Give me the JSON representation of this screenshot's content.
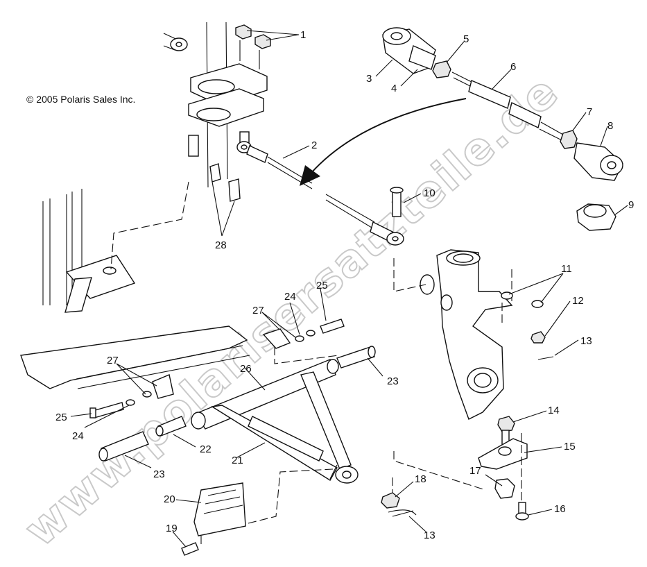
{
  "copyright": "© 2005 Polaris Sales Inc.",
  "watermark": "www.polarisersatzteile.de",
  "callouts": [
    {
      "id": "c1",
      "label": "1"
    },
    {
      "id": "c2",
      "label": "2"
    },
    {
      "id": "c3",
      "label": "3"
    },
    {
      "id": "c4",
      "label": "4"
    },
    {
      "id": "c5",
      "label": "5"
    },
    {
      "id": "c6",
      "label": "6"
    },
    {
      "id": "c7",
      "label": "7"
    },
    {
      "id": "c8",
      "label": "8"
    },
    {
      "id": "c9",
      "label": "9"
    },
    {
      "id": "c10",
      "label": "10"
    },
    {
      "id": "c11",
      "label": "11"
    },
    {
      "id": "c12",
      "label": "12"
    },
    {
      "id": "c13a",
      "label": "13"
    },
    {
      "id": "c13b",
      "label": "13"
    },
    {
      "id": "c14",
      "label": "14"
    },
    {
      "id": "c15",
      "label": "15"
    },
    {
      "id": "c16",
      "label": "16"
    },
    {
      "id": "c17",
      "label": "17"
    },
    {
      "id": "c18",
      "label": "18"
    },
    {
      "id": "c19",
      "label": "19"
    },
    {
      "id": "c20",
      "label": "20"
    },
    {
      "id": "c21",
      "label": "21"
    },
    {
      "id": "c22",
      "label": "22"
    },
    {
      "id": "c23a",
      "label": "23"
    },
    {
      "id": "c23b",
      "label": "23"
    },
    {
      "id": "c24a",
      "label": "24"
    },
    {
      "id": "c24b",
      "label": "24"
    },
    {
      "id": "c25a",
      "label": "25"
    },
    {
      "id": "c25b",
      "label": "25"
    },
    {
      "id": "c26",
      "label": "26"
    },
    {
      "id": "c27a",
      "label": "27"
    },
    {
      "id": "c27b",
      "label": "27"
    },
    {
      "id": "c28",
      "label": "28"
    }
  ]
}
